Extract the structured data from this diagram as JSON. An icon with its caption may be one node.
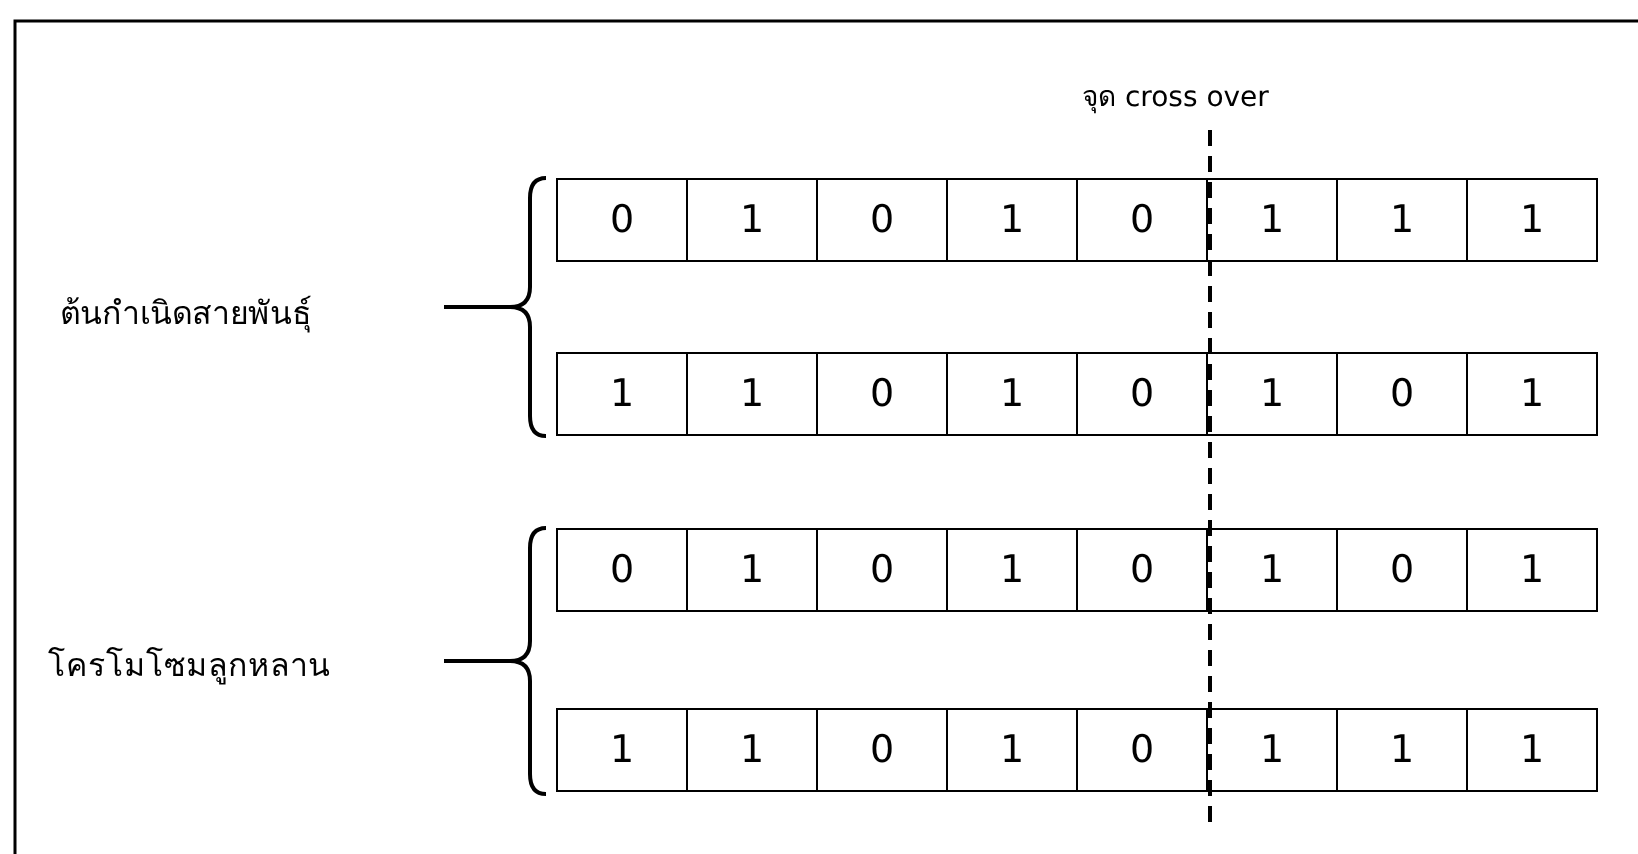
{
  "diagram": {
    "nodes": [
      {
        "text": [
          "0"
        ]
      },
      {
        "text": [
          "1"
        ]
      },
      {
        "text": [
          "0"
        ]
      },
      {
        "text": [
          "1"
        ]
      },
      {
        "text": [
          "0"
        ]
      },
      {
        "text": [
          "1"
        ]
      },
      {
        "text": [
          "1"
        ]
      },
      {
        "text": [
          "1"
        ]
      },
      {
        "text": [
          "1"
        ]
      },
      {
        "text": [
          "1"
        ]
      },
      {
        "text": [
          "0"
        ]
      },
      {
        "text": [
          "1"
        ]
      },
      {
        "text": [
          "0"
        ]
      },
      {
        "text": [
          "1"
        ]
      },
      {
        "text": [
          "0"
        ]
      },
      {
        "text": [
          "1"
        ]
      },
      {
        "text": [
          "0"
        ]
      },
      {
        "text": [
          "1"
        ]
      },
      {
        "text": [
          "0"
        ]
      },
      {
        "text": [
          "1"
        ]
      },
      {
        "text": [
          "0"
        ]
      },
      {
        "text": [
          "1"
        ]
      },
      {
        "text": [
          "0"
        ]
      },
      {
        "text": [
          "1"
        ]
      },
      {
        "text": [
          "1"
        ]
      },
      {
        "text": [
          "1"
        ]
      },
      {
        "text": [
          "0"
        ]
      },
      {
        "text": [
          "1"
        ]
      },
      {
        "text": [
          "0"
        ]
      },
      {
        "text": [
          "1"
        ]
      },
      {
        "text": [
          "1"
        ]
      },
      {
        "text": [
          "1"
        ]
      }
    ],
    "labels": [
      "จุด cross over",
      "ต้นกำเนิดสายพันธุ์",
      "โครโมโซมลูกหลาน"
    ]
  }
}
